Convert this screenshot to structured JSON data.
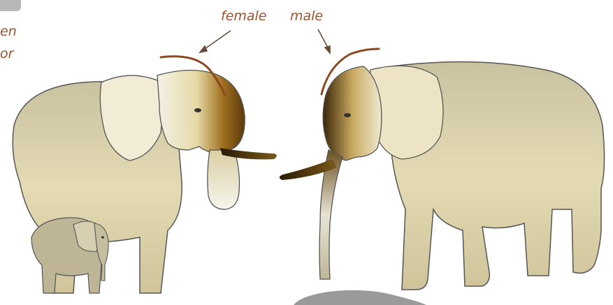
{
  "labels": {
    "female": "female",
    "male": "male",
    "left_fragment_line1": "en",
    "left_fragment_line2": "or"
  },
  "colors": {
    "label": "#a0522d",
    "head_line": "#8b4a1e",
    "body": "#d8cfa8",
    "head_dark": "#5a3a0a",
    "outline": "#555555"
  },
  "icons": [
    "elephant-female-illustration",
    "elephant-calf-illustration",
    "elephant-male-illustration",
    "arrow-icon"
  ]
}
